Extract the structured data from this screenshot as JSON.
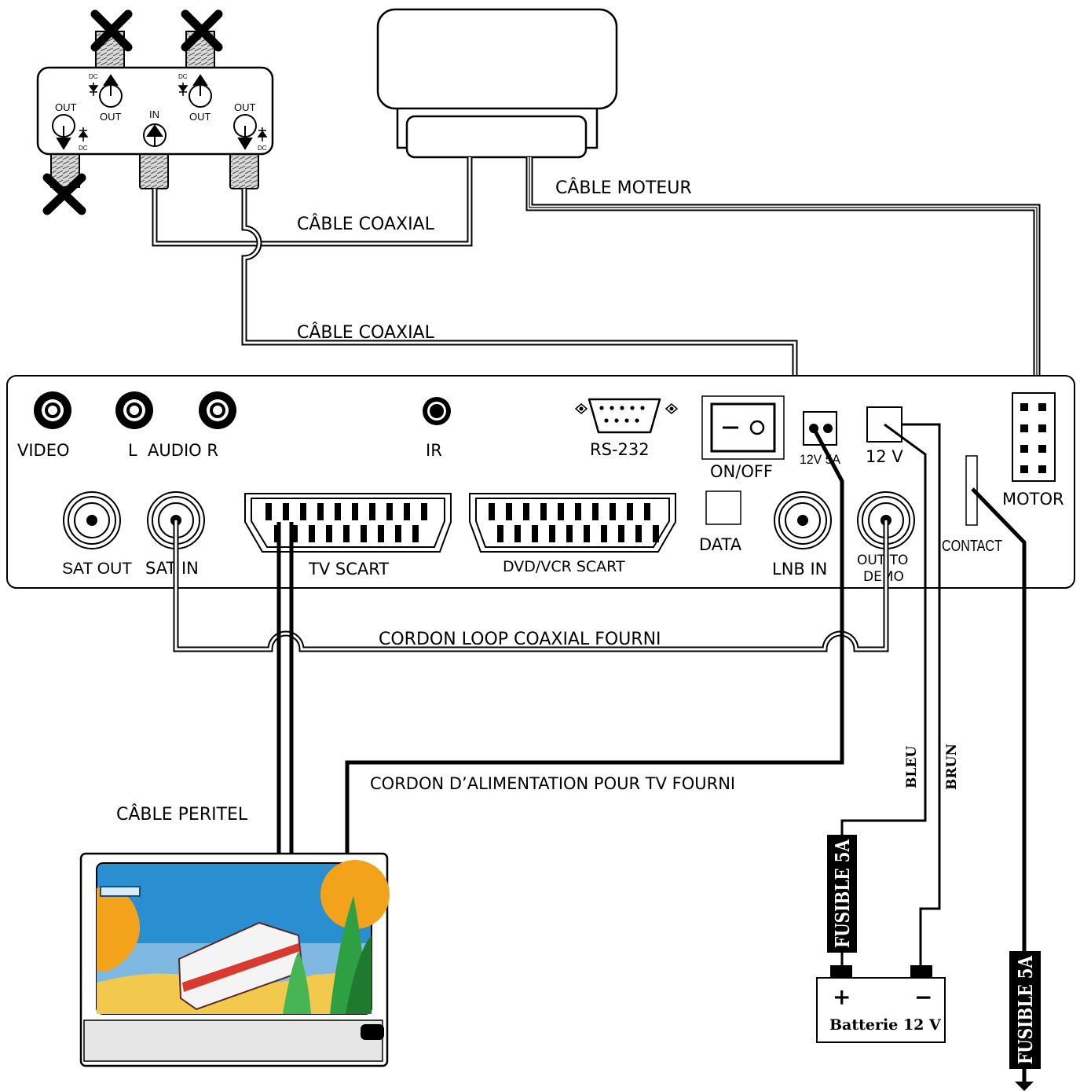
{
  "splitter": {
    "port_in": "IN",
    "port_out": "OUT",
    "dc_mark": "DC"
  },
  "cables": {
    "coax_top": "CÂBLE COAXIAL",
    "coax_bottom": "CÂBLE COAXIAL",
    "motor_cable": "CÂBLE MOTEUR",
    "loop_cord": "CORDON LOOP COAXIAL FOURNI",
    "tv_power": "CORDON D’ALIMENTATION POUR TV FOURNI",
    "peritel": "CÂBLE PERITEL",
    "blue_wire": "BLEU",
    "brown_wire": "BRUN"
  },
  "receiver": {
    "video": "VIDEO",
    "audio": "L  AUDIO R",
    "ir": "IR",
    "rs232": "RS-232",
    "onoff": "ON/OFF",
    "power_12v5a": "12V 5A",
    "dc_12v": "12 V",
    "motor": "MOTOR",
    "sat_out": "SAT OUT",
    "sat_in": "SAT IN",
    "tv_scart": "TV SCART",
    "dvd_scart": "DVD/VCR SCART",
    "data": "DATA",
    "lnb_in": "LNB IN",
    "out_to": "OUT TO",
    "demo": "DEMO",
    "contact": "CONTACT"
  },
  "battery": {
    "plus": "+",
    "minus": "−",
    "label": "Batterie 12 V"
  },
  "fuses": {
    "fuse_1": "FUSIBLE 5A",
    "fuse_2": "FUSIBLE 5A"
  }
}
